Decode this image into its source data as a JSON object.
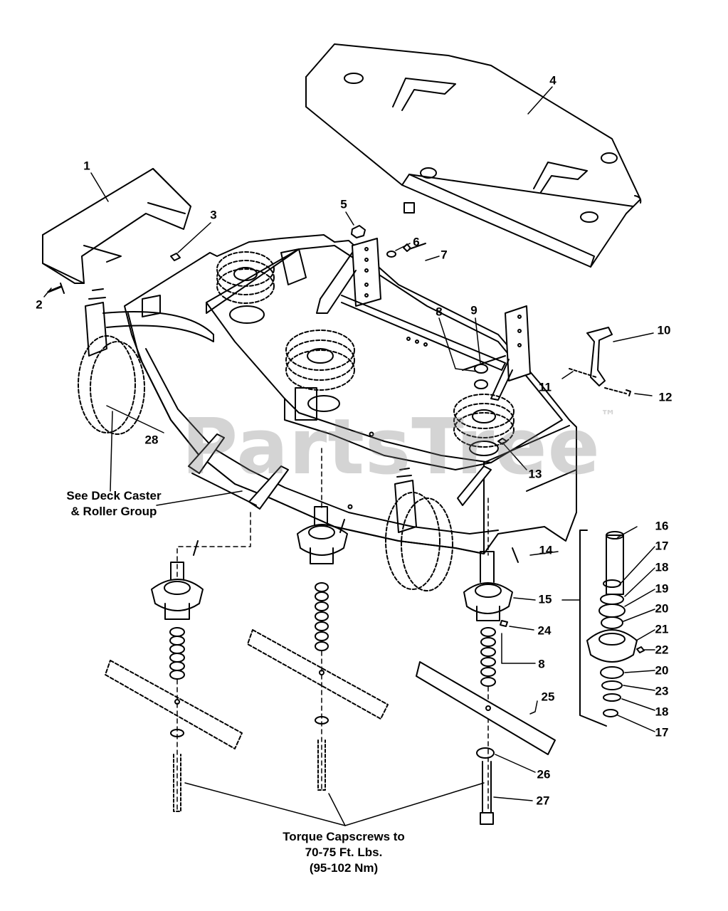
{
  "watermark": {
    "text": "PartsTree",
    "mark": "™"
  },
  "colors": {
    "line": "#000000",
    "background": "#ffffff",
    "watermark": "#8a8a8a"
  },
  "callouts": [
    {
      "id": "1",
      "label": "1"
    },
    {
      "id": "2",
      "label": "2"
    },
    {
      "id": "3",
      "label": "3"
    },
    {
      "id": "4",
      "label": "4"
    },
    {
      "id": "5",
      "label": "5"
    },
    {
      "id": "6",
      "label": "6"
    },
    {
      "id": "7",
      "label": "7"
    },
    {
      "id": "8a",
      "label": "8"
    },
    {
      "id": "9",
      "label": "9"
    },
    {
      "id": "10",
      "label": "10"
    },
    {
      "id": "11",
      "label": "11"
    },
    {
      "id": "12",
      "label": "12"
    },
    {
      "id": "13",
      "label": "13"
    },
    {
      "id": "14",
      "label": "14"
    },
    {
      "id": "15",
      "label": "15"
    },
    {
      "id": "16",
      "label": "16"
    },
    {
      "id": "17a",
      "label": "17"
    },
    {
      "id": "18a",
      "label": "18"
    },
    {
      "id": "19",
      "label": "19"
    },
    {
      "id": "20a",
      "label": "20"
    },
    {
      "id": "21",
      "label": "21"
    },
    {
      "id": "22",
      "label": "22"
    },
    {
      "id": "20b",
      "label": "20"
    },
    {
      "id": "23",
      "label": "23"
    },
    {
      "id": "18b",
      "label": "18"
    },
    {
      "id": "17b",
      "label": "17"
    },
    {
      "id": "24",
      "label": "24"
    },
    {
      "id": "8b",
      "label": "8"
    },
    {
      "id": "25",
      "label": "25"
    },
    {
      "id": "26",
      "label": "26"
    },
    {
      "id": "27",
      "label": "27"
    },
    {
      "id": "28",
      "label": "28"
    }
  ],
  "notes": {
    "caster": {
      "line1": "See Deck Caster",
      "line2": "& Roller Group"
    },
    "torque": {
      "line1": "Torque Capscrews to",
      "line2": "70-75 Ft. Lbs.",
      "line3": "(95-102 Nm)"
    }
  }
}
